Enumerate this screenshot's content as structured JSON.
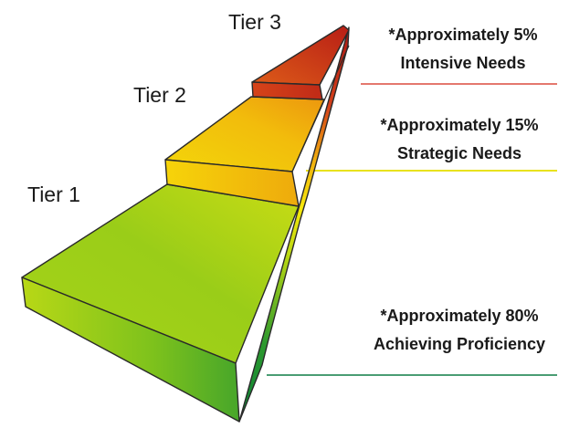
{
  "tiers": [
    {
      "label": "Tier 1",
      "level": 1
    },
    {
      "label": "Tier 2",
      "level": 2
    },
    {
      "label": "Tier 3",
      "level": 3
    }
  ],
  "notes": [
    {
      "line1": "*Approximately 5%",
      "line2": "Intensive Needs",
      "color": "#e4786e"
    },
    {
      "line1": "*Approximately 15%",
      "line2": "Strategic Needs",
      "color": "#e9e21e"
    },
    {
      "line1": "*Approximately 80%",
      "line2": "Achieving Proficiency",
      "color": "#4a9d73"
    }
  ],
  "colors": {
    "green_light": "#b2da16",
    "green_mid": "#7fc418",
    "green_dark": "#0f8636",
    "yellow": "#f4cf0a",
    "orange": "#ef8a0e",
    "red": "#c8231b",
    "red_dark": "#a91411"
  }
}
